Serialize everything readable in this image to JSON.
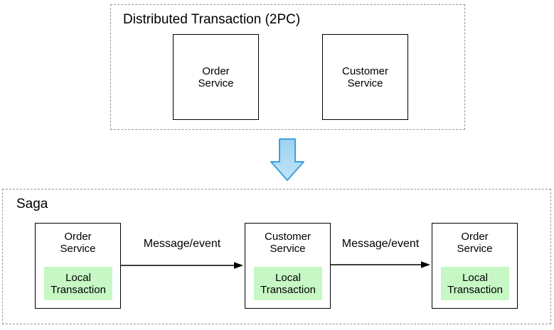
{
  "colors": {
    "local_transaction_fill": "#c6f7c4",
    "blue_arrow_fill_top": "#9ed2f0",
    "blue_arrow_fill_bottom": "#bfe4f8",
    "blue_arrow_stroke": "#3ba0dc",
    "dashed_border": "#979797",
    "box_border": "#000000"
  },
  "two_pc": {
    "title": "Distributed Transaction (2PC)",
    "services": [
      {
        "line1": "Order",
        "line2": "Service"
      },
      {
        "line1": "Customer",
        "line2": "Service"
      }
    ]
  },
  "saga": {
    "title": "Saga",
    "services": [
      {
        "line1": "Order",
        "line2": "Service",
        "local": {
          "line1": "Local",
          "line2": "Transaction"
        }
      },
      {
        "line1": "Customer",
        "line2": "Service",
        "local": {
          "line1": "Local",
          "line2": "Transaction"
        }
      },
      {
        "line1": "Order",
        "line2": "Service",
        "local": {
          "line1": "Local",
          "line2": "Transaction"
        }
      }
    ],
    "arrows": [
      {
        "label": "Message/event"
      },
      {
        "label": "Message/event"
      }
    ]
  }
}
